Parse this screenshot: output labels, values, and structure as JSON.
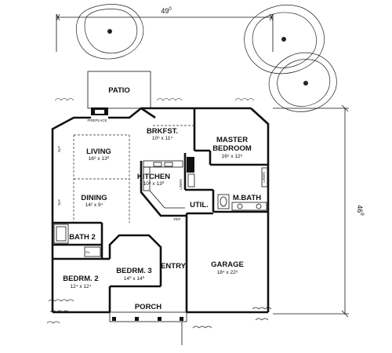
{
  "dimensions": {
    "width_label": "49",
    "width_sup": "0",
    "depth_label": "46",
    "depth_sup": "9"
  },
  "rooms": {
    "patio": {
      "name": "PATIO"
    },
    "fireplace": {
      "name": "FIREPLACE"
    },
    "brkfst": {
      "name": "BRKFST.",
      "size": "10⁶ x 11⁴"
    },
    "master": {
      "name1": "MASTER",
      "name2": "BEDROOM",
      "size": "16⁶ x 12⁶"
    },
    "living": {
      "name": "LIVING",
      "size": "16⁶ x 13⁰"
    },
    "kitchen": {
      "name": "KITCHEN",
      "size": "10⁶ x 13⁰"
    },
    "dining": {
      "name": "DINING",
      "size": "14² x 9⁴"
    },
    "util": {
      "name": "UTIL."
    },
    "mbath": {
      "name": "M.BATH"
    },
    "bath2": {
      "name": "BATH 2"
    },
    "bedrm2": {
      "name": "BEDRM. 2",
      "size": "12⁴ x 12⁴"
    },
    "bedrm3": {
      "name": "BEDRM. 3",
      "size": "14⁰ x 14⁰"
    },
    "entry": {
      "name": "ENTRY"
    },
    "garage": {
      "name": "GARAGE",
      "size": "18⁴ x 22⁶"
    },
    "porch": {
      "name": "PORCH"
    }
  },
  "small_labels": {
    "shlf1": "SLF",
    "shlf2": "SLF",
    "linen1": "LINEN",
    "linen2": "LINEN",
    "ref": "REF",
    "cl": "CL"
  }
}
